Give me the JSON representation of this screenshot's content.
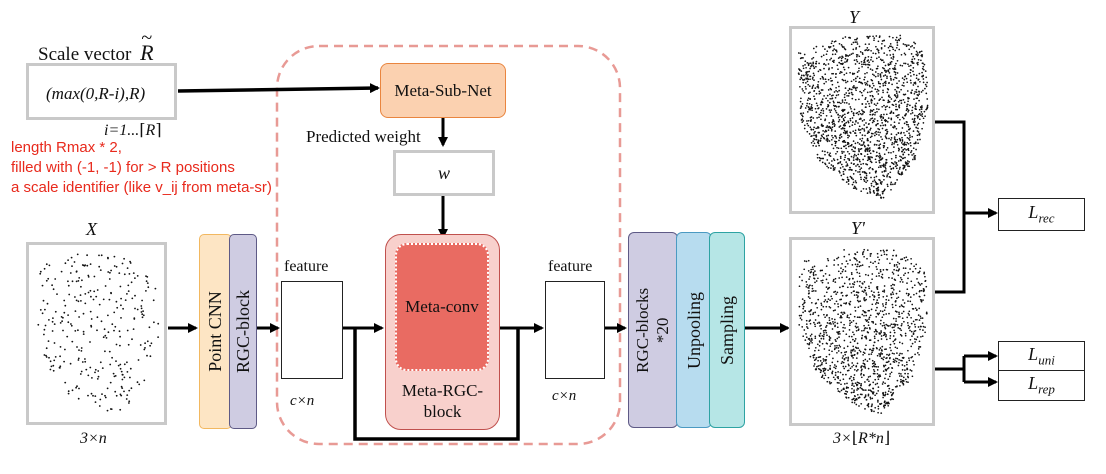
{
  "scale_vector": {
    "title": "Scale vector",
    "symbol": "R",
    "tilde": "~",
    "content": "(max(0,R-i),R)",
    "index_prefix": "i=1...",
    "index_bound": "R"
  },
  "annotation": {
    "lines": [
      "length Rmax * 2,",
      "filled with (-1, -1) for > R positions",
      "a scale identifier (like v_ij from meta-sr)"
    ],
    "color": "#e8291c"
  },
  "meta_sub_net": {
    "label": "Meta-Sub-Net"
  },
  "predicted_weight": {
    "label": "Predicted weight",
    "symbol": "w"
  },
  "input": {
    "label": "X",
    "dims": "3×n"
  },
  "point_cnn": {
    "label": "Point CNN"
  },
  "rgc_block": {
    "label": "RGC-block"
  },
  "feature_left": {
    "label": "feature",
    "dims": "c×n"
  },
  "meta_rgc": {
    "inner_label": "Meta-conv",
    "outer_label_line1": "Meta-RGC-",
    "outer_label_line2": "block"
  },
  "feature_right": {
    "label": "feature",
    "dims": "c×n"
  },
  "rgc_blocks": {
    "label": "RGC-blocks",
    "multiplier": "*20"
  },
  "unpooling": {
    "label": "Unpooling"
  },
  "sampling": {
    "label": "Sampling"
  },
  "output_gt": {
    "label": "Y"
  },
  "output_pred": {
    "label": "Y'",
    "dims_prefix": "3×",
    "dims_inner": "R*n"
  },
  "losses": {
    "rec": {
      "base": "L",
      "sub": "rec"
    },
    "uni": {
      "base": "L",
      "sub": "uni"
    },
    "rep": {
      "base": "L",
      "sub": "rep"
    }
  },
  "colors": {
    "dashed_border": "#e89a95",
    "meta_sub_net_fill": "#fbd1b0",
    "meta_sub_net_border": "#e9853f",
    "meta_rgc_fill": "#f8d0cc",
    "meta_rgc_border": "#c0504d",
    "meta_conv_fill": "#e96b62",
    "point_cnn_fill": "#fde5c4",
    "point_cnn_border": "#f2b860",
    "rgc_fill": "#cfcce2",
    "rgc_border": "#5e5a86",
    "unpooling_fill": "#b7dcef",
    "unpooling_border": "#4b9ac2",
    "sampling_fill": "#b6e6e6",
    "sampling_border": "#2ea3a3",
    "frame_gray": "#c9c9c9"
  }
}
